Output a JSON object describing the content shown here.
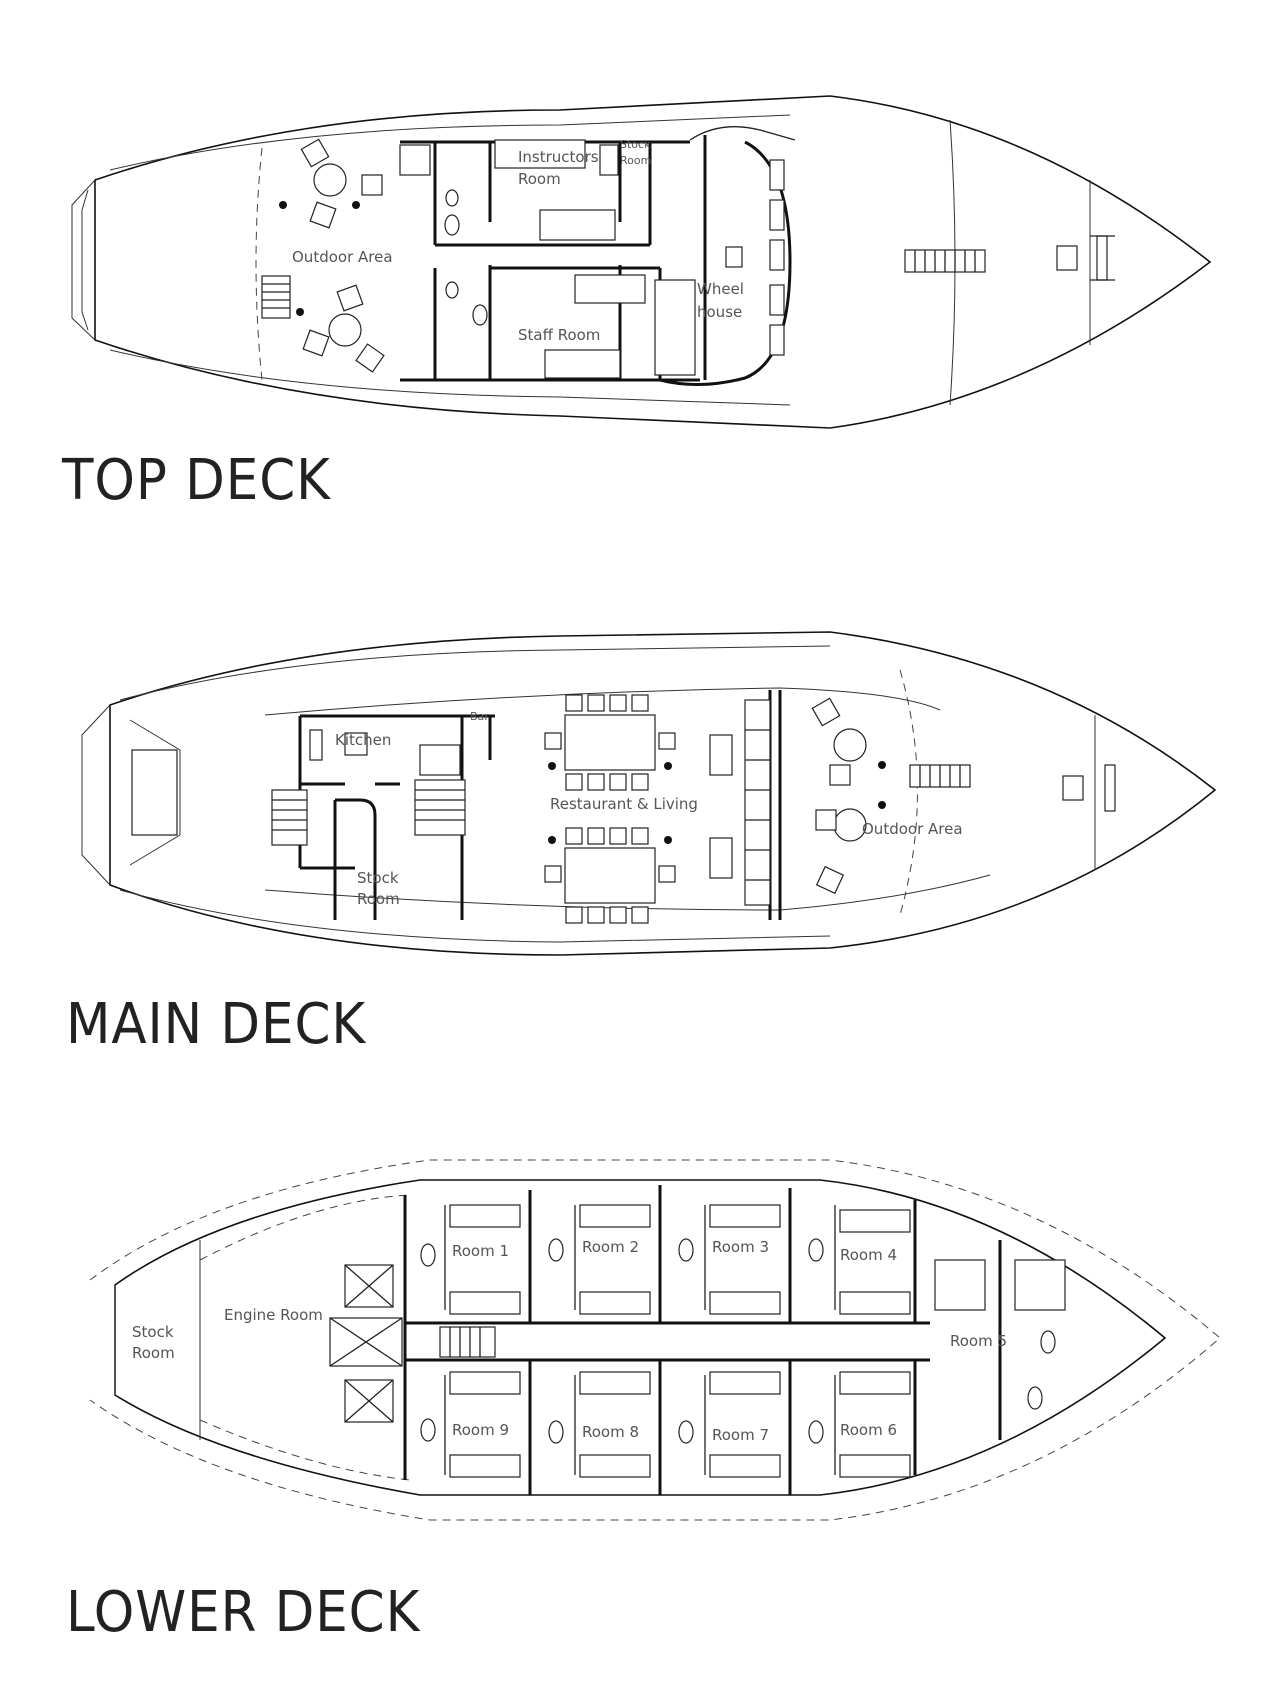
{
  "top_deck": {
    "title": "TOP DECK",
    "labels": {
      "outdoor_area": "Outdoor Area",
      "instructors_room_1": "Instructors",
      "instructors_room_2": "Room",
      "stock_room_1": "Stock",
      "stock_room_2": "Room",
      "staff_room": "Staff Room",
      "wheel_house_1": "Wheel",
      "wheel_house_2": "house"
    }
  },
  "main_deck": {
    "title": "MAIN DECK",
    "labels": {
      "kitchen": "Kitchen",
      "bar": "Bar",
      "restaurant": "Restaurant & Living",
      "stock_room_1": "Stock",
      "stock_room_2": "Room",
      "outdoor_area": "Outdoor Area"
    }
  },
  "lower_deck": {
    "title": "LOWER DECK",
    "labels": {
      "stock_room_1": "Stock",
      "stock_room_2": "Room",
      "engine_room": "Engine Room",
      "room_1": "Room 1",
      "room_2": "Room 2",
      "room_3": "Room 3",
      "room_4": "Room 4",
      "room_5": "Room 5",
      "room_6": "Room 6",
      "room_7": "Room 7",
      "room_8": "Room 8",
      "room_9": "Room 9"
    }
  }
}
